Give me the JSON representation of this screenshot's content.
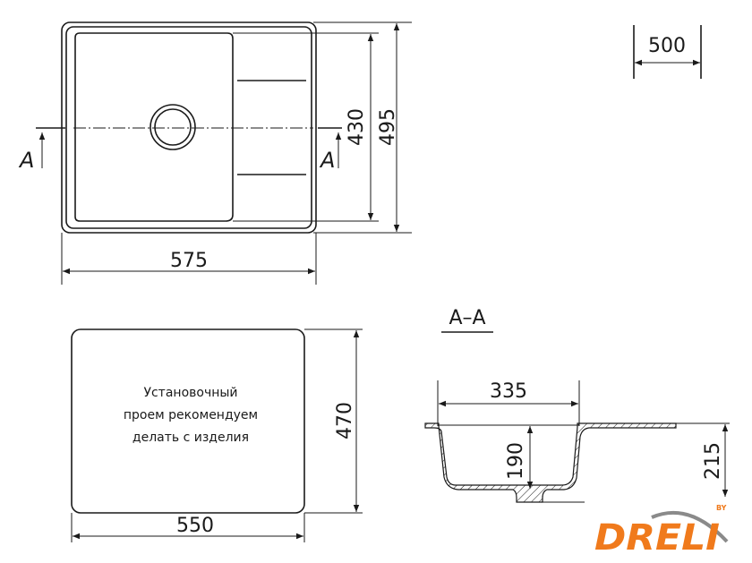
{
  "top_view": {
    "section_mark_left": "A",
    "section_mark_right": "A",
    "dim_inner_height": "430",
    "dim_outer_height": "495",
    "dim_width": "575"
  },
  "cabinet": {
    "dim_label": "500"
  },
  "cutout_view": {
    "note_lines": [
      "Установочный",
      "проем рекомендуем",
      "делать с изделия"
    ],
    "dim_height": "470",
    "dim_width": "550"
  },
  "section_view": {
    "title": "A–A",
    "dim_bowl_width": "335",
    "dim_bowl_depth": "190",
    "dim_total_depth": "215"
  },
  "logo": {
    "brand": "DRELI",
    "by": "BY",
    "color": "#f07a1c"
  }
}
